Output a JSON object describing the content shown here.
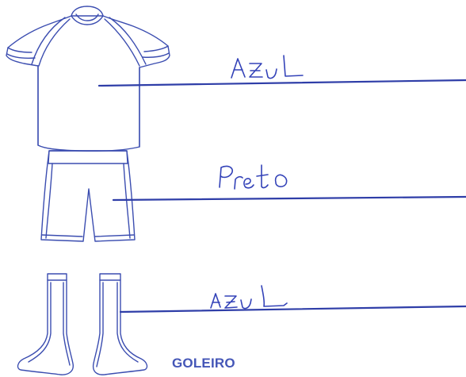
{
  "form": {
    "shirt_color": "AzuL",
    "shorts_color": "Preto",
    "socks_color": "AzuL",
    "title": "GOLEIRO"
  },
  "colors": {
    "ink": "#3342b8",
    "outline": "#3b4db0",
    "title": "#4456b7"
  },
  "icons": [
    "shirt-icon",
    "shorts-icon",
    "socks-icon"
  ]
}
